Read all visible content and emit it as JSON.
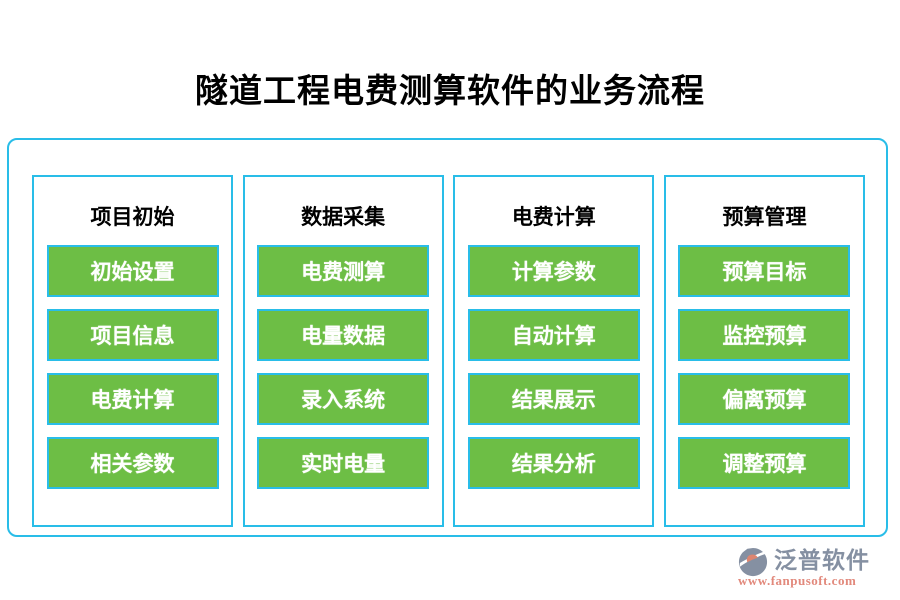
{
  "title": "隧道工程电费测算软件的业务流程",
  "colors": {
    "border_accent": "#29bde8",
    "button_green": "#6dbe45",
    "button_text": "#ffffff",
    "title_text": "#000000",
    "brand_gray": "#8590a2",
    "brand_salmon": "#e2897c"
  },
  "columns": [
    {
      "header": "项目初始",
      "items": [
        "初始设置",
        "项目信息",
        "电费计算",
        "相关参数"
      ]
    },
    {
      "header": "数据采集",
      "items": [
        "电费测算",
        "电量数据",
        "录入系统",
        "实时电量"
      ]
    },
    {
      "header": "电费计算",
      "items": [
        "计算参数",
        "自动计算",
        "结果展示",
        "结果分析"
      ]
    },
    {
      "header": "预算管理",
      "items": [
        "预算目标",
        "监控预算",
        "偏离预算",
        "调整预算"
      ]
    }
  ],
  "footer": {
    "brand": "泛普软件",
    "url": "www.fanpusoft.com"
  }
}
